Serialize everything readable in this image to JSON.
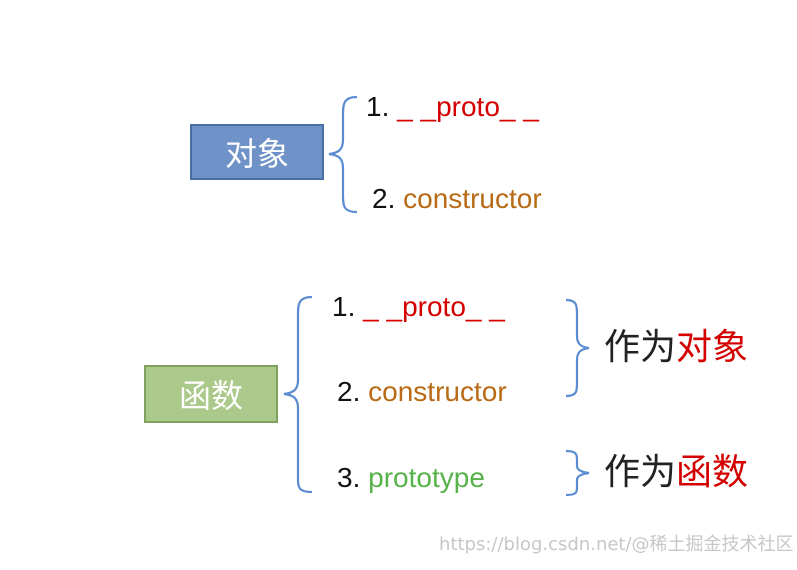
{
  "object_group": {
    "box_label": "对象",
    "items": [
      {
        "num": "1. ",
        "text": "_ _proto_ _"
      },
      {
        "num": "2. ",
        "text": "constructor"
      }
    ]
  },
  "function_group": {
    "box_label": "函数",
    "items": [
      {
        "num": "1. ",
        "text": "_ _proto_ _"
      },
      {
        "num": "2. ",
        "text": "constructor"
      },
      {
        "num": "3. ",
        "text": "prototype"
      }
    ]
  },
  "right_labels": [
    {
      "prefix": "作为",
      "highlight": "对象"
    },
    {
      "prefix": "作为",
      "highlight": "函数"
    }
  ],
  "watermark": "https://blog.csdn.net/@稀土掘金技术社区",
  "colors": {
    "box_object": "#6f92c8",
    "box_function": "#aac98a",
    "proto": "#d40000",
    "constructor": "#b86a14",
    "prototype": "#58b24b",
    "brace": "#5b8bd0"
  }
}
